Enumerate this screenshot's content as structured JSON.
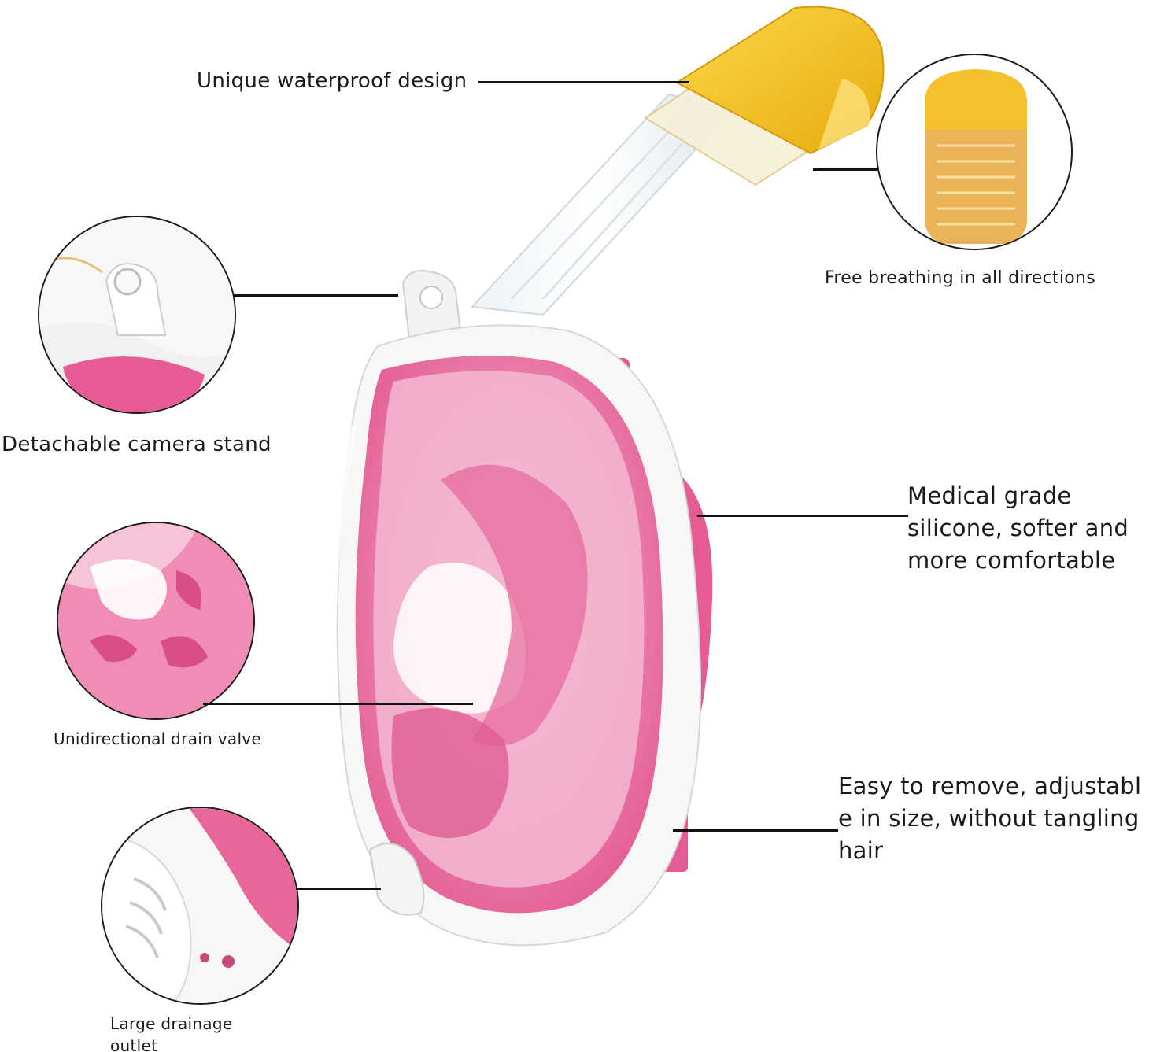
{
  "colors": {
    "pink": "#e8679a",
    "pink_light": "#f4aac8",
    "frame_white": "#f7f7f7",
    "snorkel_yellow": "#f6c21a",
    "leader_line": "#111111"
  },
  "callouts": {
    "waterproof": "Unique waterproof design",
    "breathing": "Free breathing in all directions",
    "camera_stand": "Detachable camera stand",
    "silicone": "Medical grade\nsilicone, softer and\nmore comfortable",
    "drain_valve": "Unidirectional drain valve",
    "strap": "Easy to remove, adjustabl\ne in size, without tangling\nhair",
    "drainage_outlet": "Large drainage\noutlet"
  },
  "icons": {
    "mask": "full-face-snorkel-mask",
    "valve_detail": "breathing-valve-detail",
    "camera_detail": "camera-mount-detail",
    "drain_detail": "drain-valve-detail",
    "outlet_detail": "drainage-outlet-detail"
  }
}
